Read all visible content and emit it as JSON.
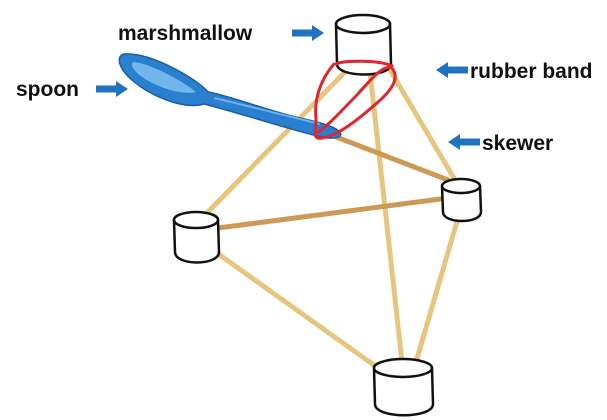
{
  "labels": {
    "marshmallow": "marshmallow",
    "spoon": "spoon",
    "rubber_band": "rubber band",
    "skewer": "skewer"
  },
  "colors": {
    "skewer": "#e8c57f",
    "skewer_dark": "#cc9a55",
    "marshmallow_fill": "#ffffff",
    "marshmallow_outline": "#111111",
    "rubber_band": "#e1252b",
    "spoon": "#2a7fcf",
    "spoon_highlight": "#7cc0f0",
    "arrow": "#1f73bf",
    "text": "#111111"
  },
  "icons": {
    "arrow": "right-arrow-icon",
    "spoon": "spoon-icon",
    "marshmallow": "marshmallow-icon"
  }
}
